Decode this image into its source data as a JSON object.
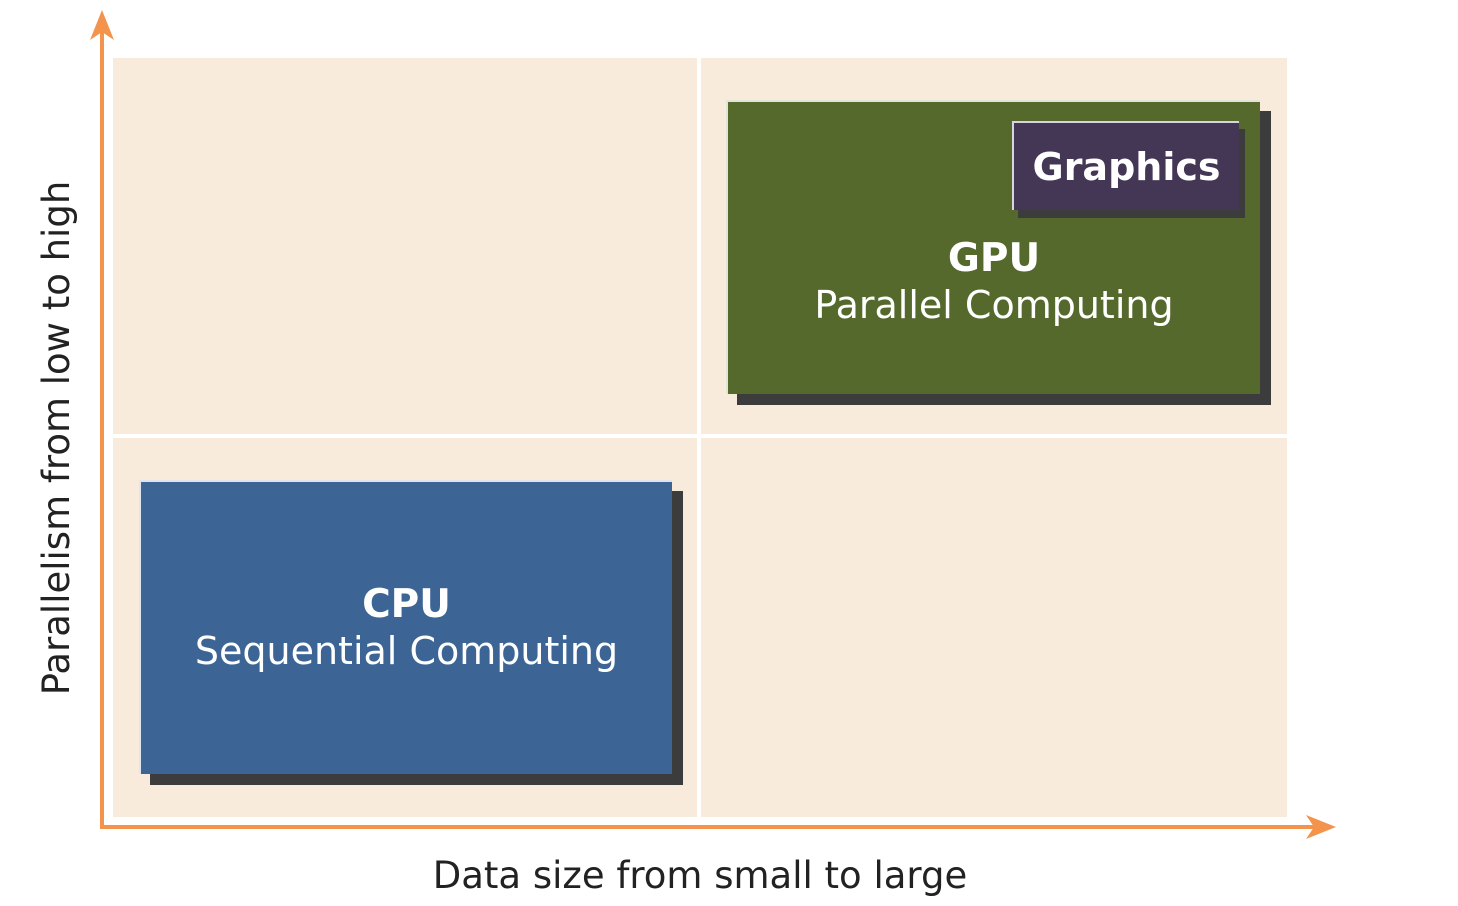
{
  "colors": {
    "axis": "#f4934c",
    "quadrant_background": "#f9ebdc",
    "cpu": "#3c6595",
    "gpu": "#55692d",
    "graphics": "#443756",
    "shadow": "#3c3c3c"
  },
  "axes": {
    "x_label": "Data size from small to large",
    "y_label": "Parallelism from low to high"
  },
  "cpu": {
    "title": "CPU",
    "subtitle": "Sequential Computing"
  },
  "gpu": {
    "title": "GPU",
    "subtitle": "Parallel Computing"
  },
  "graphics": {
    "title": "Graphics"
  }
}
